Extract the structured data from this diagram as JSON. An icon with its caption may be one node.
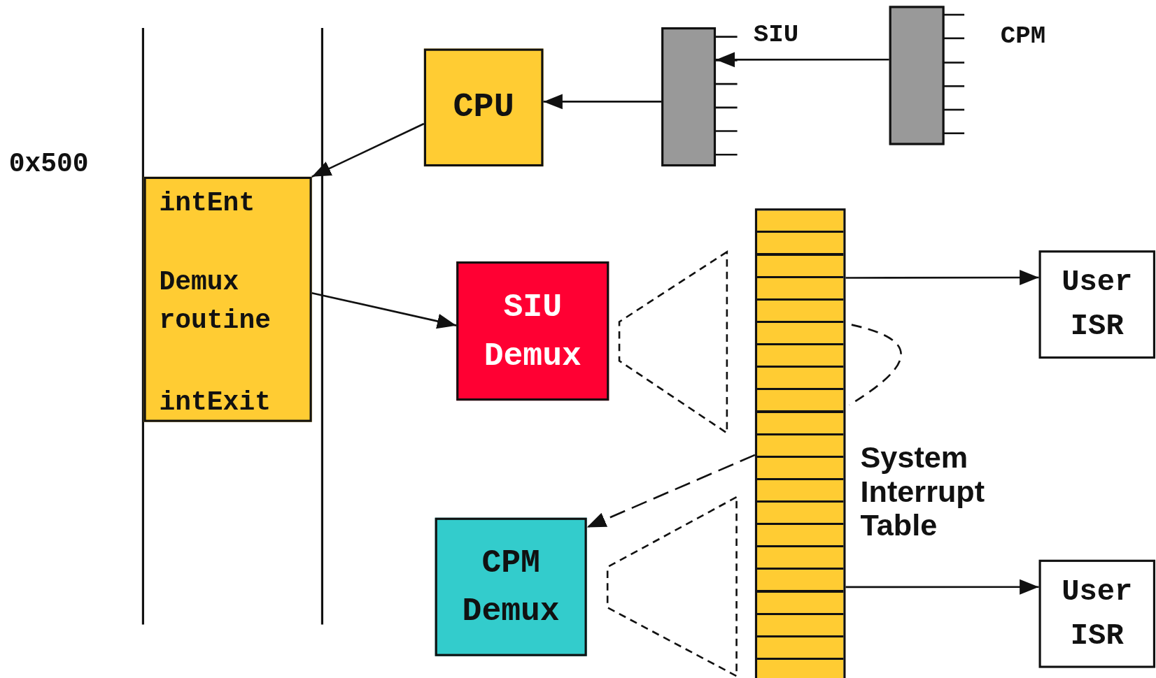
{
  "diagram": {
    "nodes": [
      {
        "text": [
          "CPU"
        ]
      },
      {
        "text": [
          "SIU"
        ]
      },
      {
        "text": [
          "CPM"
        ]
      },
      {
        "text": [
          "intEnt",
          "Demux routine",
          "intExit"
        ]
      },
      {
        "text": [
          "SIU Demux"
        ]
      },
      {
        "text": [
          "CPM Demux"
        ]
      },
      {
        "text": [
          "System Interrupt Table"
        ]
      },
      {
        "text": [
          "User ISR"
        ]
      },
      {
        "text": [
          "User ISR"
        ]
      },
      {
        "text": [],
        "shape": "triangle"
      },
      {
        "text": [],
        "shape": "triangle"
      }
    ],
    "edges": [
      {
        "from": 2,
        "to": 1,
        "arrow": "to"
      },
      {
        "from": 1,
        "to": 0,
        "arrow": "to"
      },
      {
        "from": 0,
        "to": 3,
        "arrow": "to"
      },
      {
        "from": 3,
        "to": 4,
        "arrow": "to"
      },
      {
        "from": 6,
        "to": 7,
        "arrow": "to"
      },
      {
        "from": 6,
        "to": 5,
        "arrow": "to",
        "style": "dashed"
      },
      {
        "from": 6,
        "to": 8,
        "arrow": "to"
      }
    ],
    "labels": [
      "0x500"
    ]
  }
}
